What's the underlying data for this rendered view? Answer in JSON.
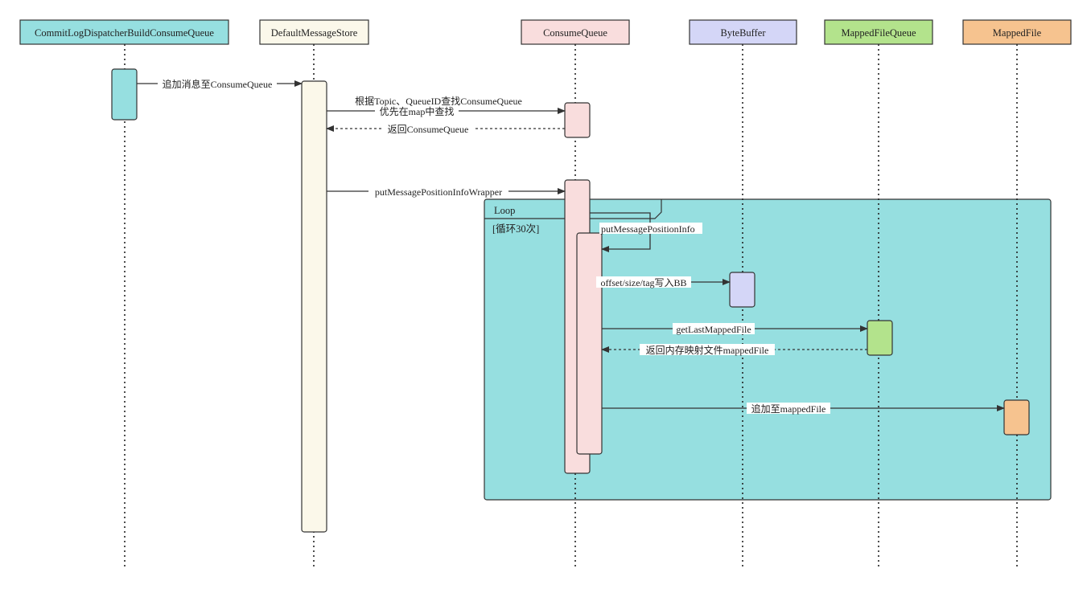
{
  "colors": {
    "commitlog": "#96dfe0",
    "store": "#fbf8ea",
    "consumequeue": "#f9dddd",
    "bytebuffer": "#d4d6f7",
    "mappedfilequeue": "#b3e38c",
    "mappedfile": "#f6c38f",
    "loop": "#96dfe0"
  },
  "participants": [
    {
      "id": "commitlog",
      "label": "CommitLogDispatcherBuildConsumeQueue"
    },
    {
      "id": "store",
      "label": "DefaultMessageStore"
    },
    {
      "id": "consumequeue",
      "label": "ConsumeQueue"
    },
    {
      "id": "bytebuffer",
      "label": "ByteBuffer"
    },
    {
      "id": "mappedfilequeue",
      "label": "MappedFileQueue"
    },
    {
      "id": "mappedfile",
      "label": "MappedFile"
    }
  ],
  "loop": {
    "title": "Loop",
    "condition": "[循环30次]"
  },
  "messages": [
    {
      "id": "m1",
      "label": "追加消息至ConsumeQueue",
      "kind": "call"
    },
    {
      "id": "m2",
      "label": "根据Topic、QueueID查找ConsumeQueue",
      "kind": "call"
    },
    {
      "id": "m2b",
      "label": "优先在map中查找",
      "kind": "note"
    },
    {
      "id": "m3",
      "label": "返回ConsumeQueue",
      "kind": "return"
    },
    {
      "id": "m4",
      "label": "putMessagePositionInfoWrapper",
      "kind": "call"
    },
    {
      "id": "m5",
      "label": "putMessagePositionInfo",
      "kind": "self"
    },
    {
      "id": "m6",
      "label": "offset/size/tag写入BB",
      "kind": "call"
    },
    {
      "id": "m7",
      "label": "getLastMappedFile",
      "kind": "call"
    },
    {
      "id": "m8",
      "label": "返回内存映射文件mappedFile",
      "kind": "return"
    },
    {
      "id": "m9",
      "label": "追加至mappedFile",
      "kind": "call"
    }
  ]
}
